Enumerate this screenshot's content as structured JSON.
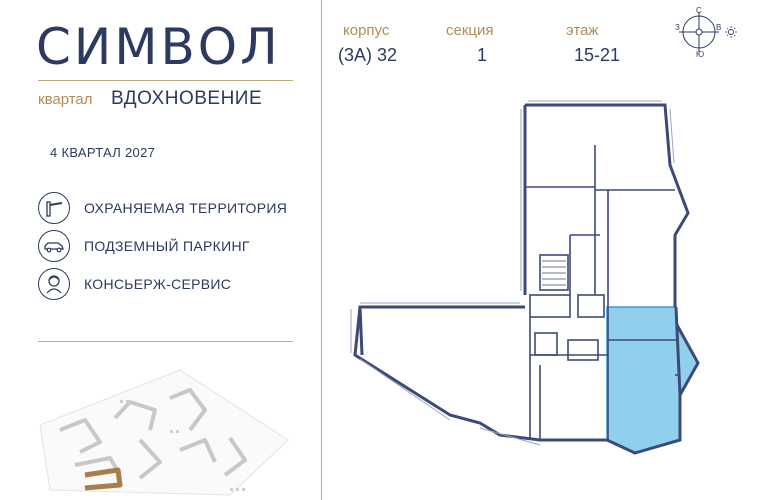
{
  "brand": {
    "logo": "СИМВОЛ",
    "district_prefix": "квартал",
    "district_name": "ВДОХНОВЕНИЕ"
  },
  "completion": "4 КВАРТАЛ 2027",
  "features": [
    {
      "icon": "barrier-icon",
      "label": "ОХРАНЯЕМАЯ ТЕРРИТОРИЯ"
    },
    {
      "icon": "car-icon",
      "label": "ПОДЗЕМНЫЙ ПАРКИНГ"
    },
    {
      "icon": "concierge-icon",
      "label": "КОНСЬЕРЖ-СЕРВИС"
    }
  ],
  "info": {
    "building_label": "корпус",
    "building_value": "(3А) 32",
    "section_label": "секция",
    "section_value": "1",
    "floor_label": "этаж",
    "floor_value": "15-21"
  },
  "compass": {
    "north": "С",
    "south": "Ю",
    "west": "З",
    "east": "В"
  },
  "colors": {
    "navy": "#2b3a5e",
    "gold": "#b08d57",
    "highlight": "#7ec8ea",
    "building_on_map": "#a97c4a"
  }
}
